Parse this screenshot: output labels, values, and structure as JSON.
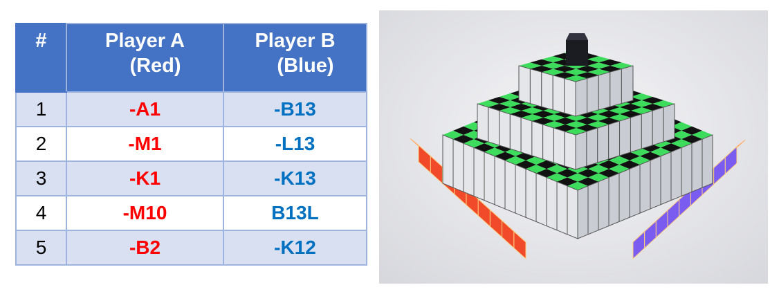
{
  "table": {
    "headers": [
      {
        "line1": "#",
        "line2": ""
      },
      {
        "line1": "Player A",
        "line2": "(Red)"
      },
      {
        "line1": "Player B",
        "line2": "(Blue)"
      }
    ],
    "rows": [
      {
        "num": "1",
        "a": "-A1",
        "b": "-B13"
      },
      {
        "num": "2",
        "a": "-M1",
        "b": "-L13"
      },
      {
        "num": "3",
        "a": "-K1",
        "b": "-K13"
      },
      {
        "num": "4",
        "a": "-M10",
        "b": "B13L"
      },
      {
        "num": "5",
        "a": "-B2",
        "b": "-K12"
      }
    ]
  },
  "colors": {
    "header_bg": "#4472c4",
    "row_alt_bg": "#d9e0f1",
    "player_a": "#ff0000",
    "player_b": "#0070c0",
    "board_green": "#3ddc5c",
    "board_black": "#111111",
    "red_pieces": "#f04a2a",
    "blue_pieces": "#7a5cf0"
  },
  "image": {
    "subject": "3d-pyramid-board-render"
  }
}
